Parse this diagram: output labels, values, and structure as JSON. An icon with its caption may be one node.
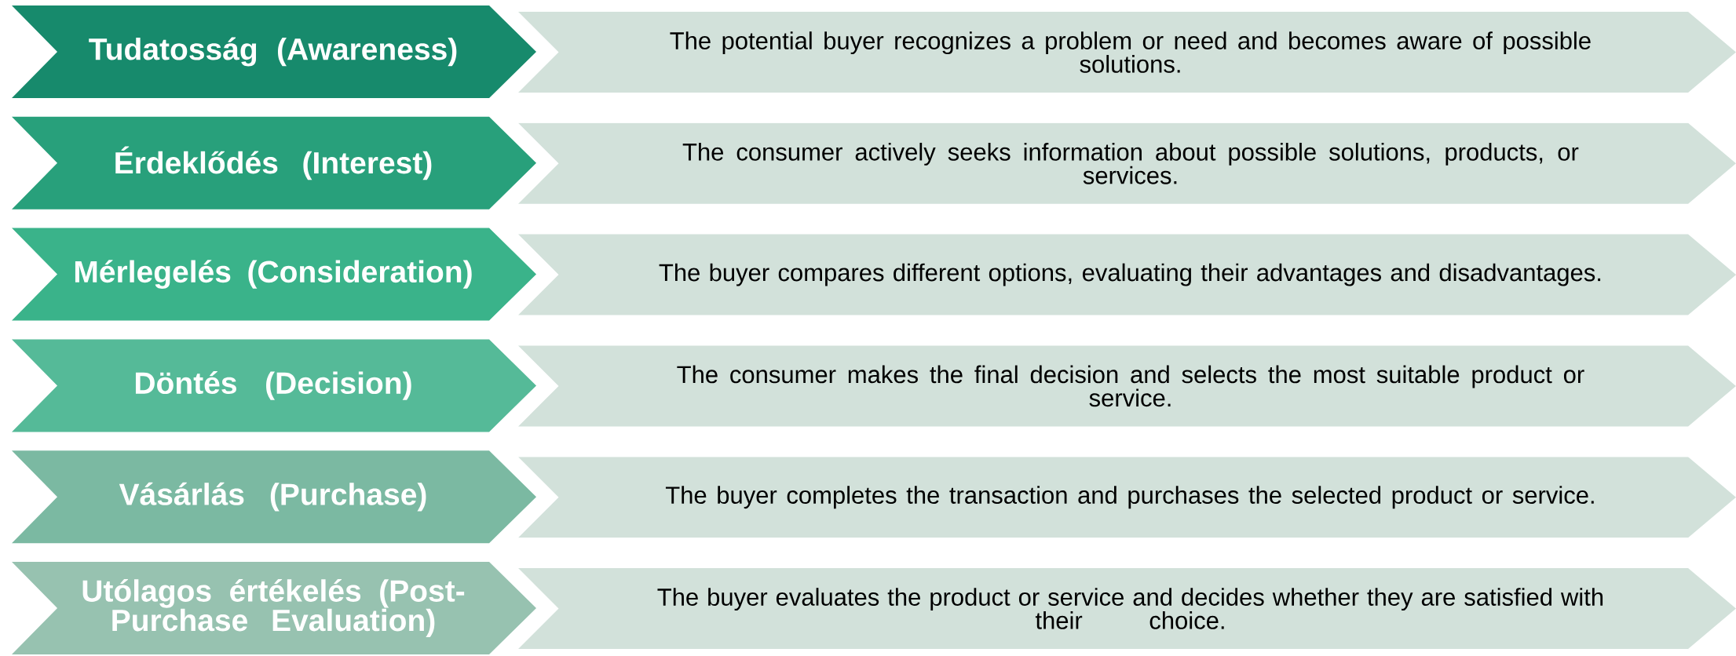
{
  "diagram": {
    "nodes": [
      {
        "text": [
          "Tudatosság (Awareness)"
        ]
      },
      {
        "text": [
          "The potential buyer recognizes a problem or need and becomes aware of possible solutions."
        ]
      },
      {
        "text": [
          "Érdeklődés (Interest)"
        ]
      },
      {
        "text": [
          "The consumer actively seeks information about possible solutions, products, or services."
        ]
      },
      {
        "text": [
          "Mérlegelés (Consideration)"
        ]
      },
      {
        "text": [
          "The buyer compares different options, evaluating their advantages and disadvantages."
        ]
      },
      {
        "text": [
          "Döntés (Decision)"
        ]
      },
      {
        "text": [
          "The consumer makes the final decision and selects the most suitable product or service."
        ]
      },
      {
        "text": [
          "Vásárlás (Purchase)"
        ]
      },
      {
        "text": [
          "The buyer completes the transaction and purchases the selected product or service."
        ]
      },
      {
        "text": [
          "Utólagos értékelés (Post-Purchase Evaluation)"
        ]
      },
      {
        "text": [
          "The buyer evaluates the product or service and decides whether they are satisfied with their choice."
        ]
      }
    ]
  }
}
